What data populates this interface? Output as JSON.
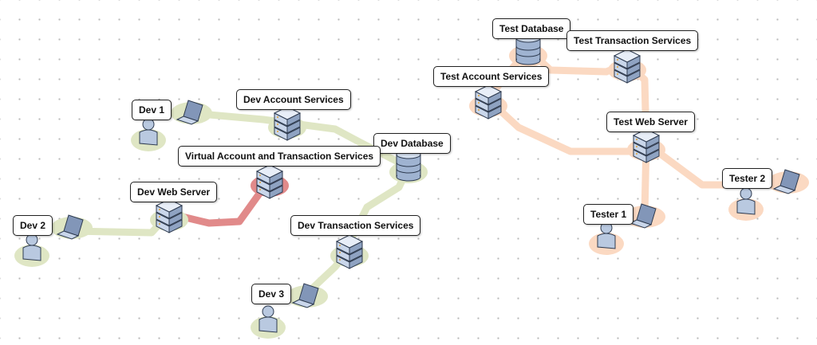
{
  "colors": {
    "dev_link": "#dfe6c4",
    "test_link": "#fbd9c2",
    "virtual_link": "#e18a8a",
    "icon_fill": "#b9c9e0",
    "icon_stroke": "#2d3a4f"
  },
  "nodes": [
    {
      "id": "dev1",
      "label": "Dev 1",
      "type": "user",
      "group": "dev"
    },
    {
      "id": "dev-account",
      "label": "Dev Account Services",
      "type": "server",
      "group": "dev"
    },
    {
      "id": "dev-db",
      "label": "Dev Database",
      "type": "database",
      "group": "dev"
    },
    {
      "id": "virtual",
      "label": "Virtual Account and Transaction Services",
      "type": "server",
      "group": "virtual"
    },
    {
      "id": "dev-web",
      "label": "Dev Web Server",
      "type": "server",
      "group": "dev"
    },
    {
      "id": "dev2",
      "label": "Dev 2",
      "type": "user",
      "group": "dev"
    },
    {
      "id": "dev-trans",
      "label": "Dev Transaction Services",
      "type": "server",
      "group": "dev"
    },
    {
      "id": "dev3",
      "label": "Dev 3",
      "type": "user",
      "group": "dev"
    },
    {
      "id": "test-db",
      "label": "Test Database",
      "type": "database",
      "group": "test"
    },
    {
      "id": "test-trans",
      "label": "Test Transaction Services",
      "type": "server",
      "group": "test"
    },
    {
      "id": "test-account",
      "label": "Test Account Services",
      "type": "server",
      "group": "test"
    },
    {
      "id": "test-web",
      "label": "Test Web Server",
      "type": "server",
      "group": "test"
    },
    {
      "id": "tester1",
      "label": "Tester 1",
      "type": "user",
      "group": "test"
    },
    {
      "id": "tester2",
      "label": "Tester 2",
      "type": "user",
      "group": "test"
    }
  ]
}
